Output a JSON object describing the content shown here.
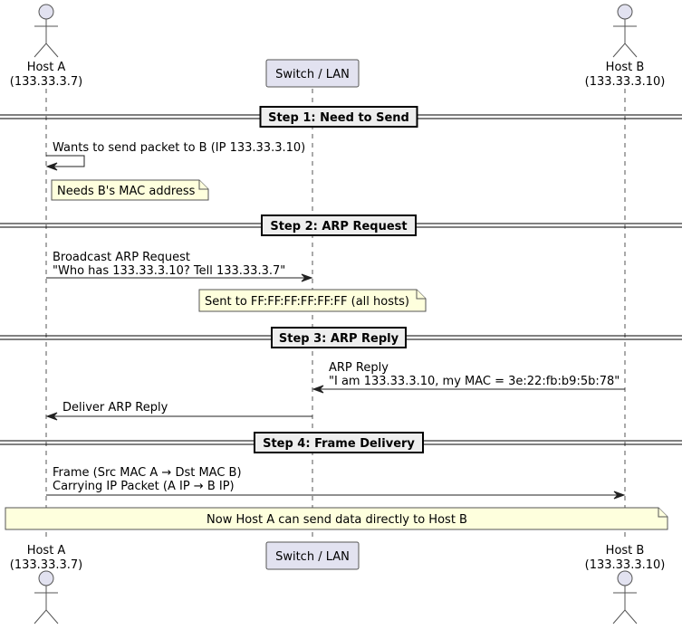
{
  "diagram": {
    "type": "sequence",
    "participants": [
      {
        "id": "A",
        "kind": "actor",
        "name": "Host A",
        "sub": "(133.33.3.7)"
      },
      {
        "id": "S",
        "kind": "participant",
        "name": "Switch / LAN",
        "sub": ""
      },
      {
        "id": "B",
        "kind": "actor",
        "name": "Host B",
        "sub": "(133.33.3.10)"
      }
    ],
    "dividers": [
      {
        "label": "Step 1: Need to Send"
      },
      {
        "label": "Step 2: ARP Request"
      },
      {
        "label": "Step 3: ARP Reply"
      },
      {
        "label": "Step 4: Frame Delivery"
      }
    ],
    "messages": [
      {
        "from": "A",
        "to": "A",
        "lines": [
          "Wants to send packet to B (IP 133.33.3.10)"
        ]
      },
      {
        "from": "A",
        "to": "S",
        "lines": [
          "Broadcast ARP Request",
          "\"Who has 133.33.3.10? Tell 133.33.3.7\""
        ]
      },
      {
        "from": "B",
        "to": "S",
        "lines": [
          "ARP Reply",
          "\"I am 133.33.3.10, my MAC = 3e:22:fb:b9:5b:78\""
        ]
      },
      {
        "from": "S",
        "to": "A",
        "lines": [
          "Deliver ARP Reply"
        ]
      },
      {
        "from": "A",
        "to": "B",
        "lines": [
          "Frame (Src MAC A → Dst MAC B)",
          "Carrying IP Packet (A IP → B IP)"
        ]
      }
    ],
    "notes": [
      {
        "text": "Needs B's MAC address",
        "anchor": "right of A"
      },
      {
        "text": "Sent to FF:FF:FF:FF:FF:FF (all hosts)",
        "anchor": "over S"
      },
      {
        "text": "Now Host A can send data directly to Host B",
        "anchor": "over A, B"
      }
    ],
    "colors": {
      "participant_fill": "#E2E2F0",
      "note_fill": "#FEFFDD",
      "divider_fill": "#EEEEEE",
      "border": "#555555"
    }
  }
}
